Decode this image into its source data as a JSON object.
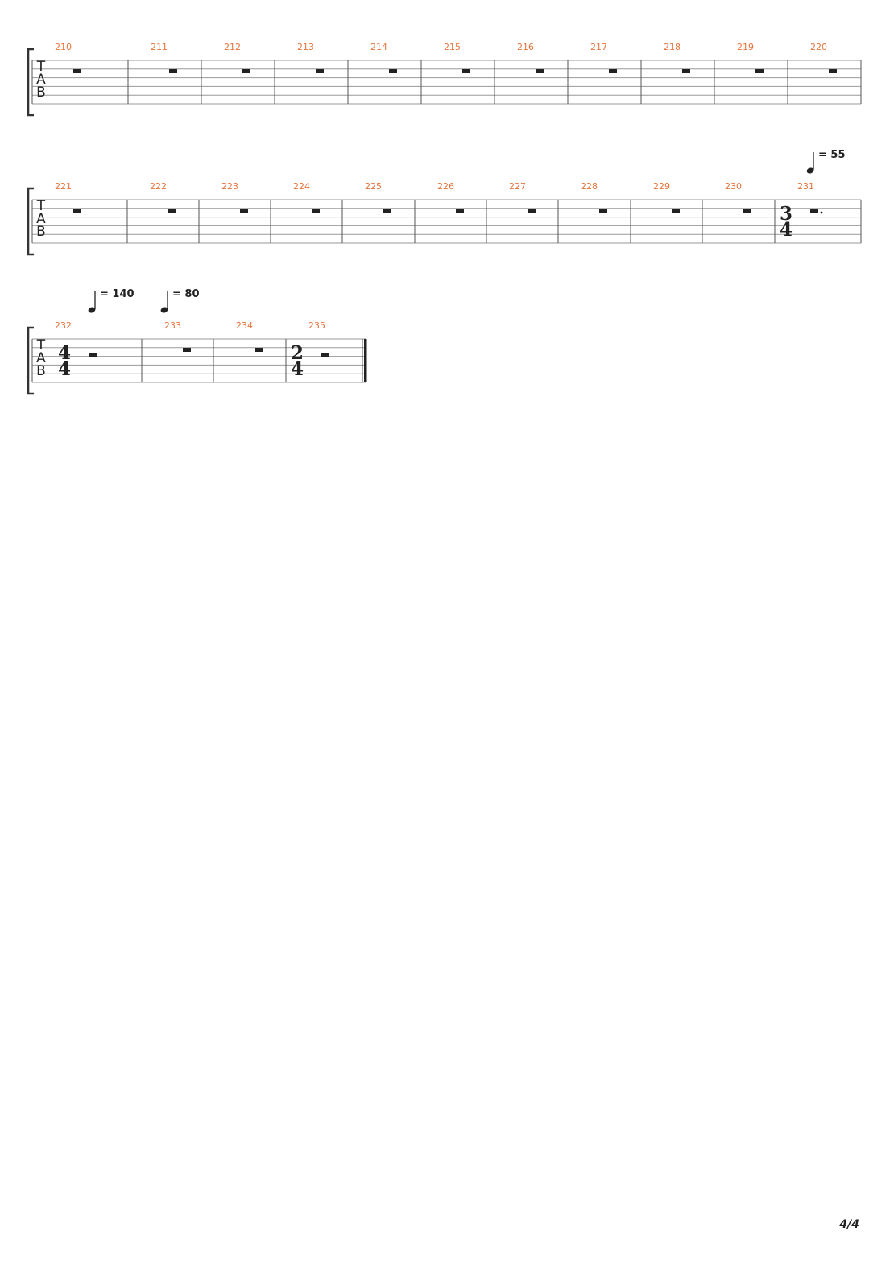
{
  "tab_letters": [
    "T",
    "A",
    "B"
  ],
  "systems": [
    {
      "measures": [
        {
          "number": "210"
        },
        {
          "number": "211"
        },
        {
          "number": "212"
        },
        {
          "number": "213"
        },
        {
          "number": "214"
        },
        {
          "number": "215"
        },
        {
          "number": "216"
        },
        {
          "number": "217"
        },
        {
          "number": "218"
        },
        {
          "number": "219"
        },
        {
          "number": "220"
        }
      ],
      "tempos": []
    },
    {
      "measures": [
        {
          "number": "221"
        },
        {
          "number": "222"
        },
        {
          "number": "223"
        },
        {
          "number": "224"
        },
        {
          "number": "225"
        },
        {
          "number": "226"
        },
        {
          "number": "227"
        },
        {
          "number": "228"
        },
        {
          "number": "229"
        },
        {
          "number": "230"
        },
        {
          "number": "231",
          "time_signature": [
            "3",
            "4"
          ],
          "rest": "dotted-half-rest"
        }
      ],
      "tempos": [
        {
          "text": "= 55",
          "measure": 10
        }
      ]
    },
    {
      "measures": [
        {
          "number": "232",
          "time_signature": [
            "4",
            "4"
          ]
        },
        {
          "number": "233"
        },
        {
          "number": "234"
        },
        {
          "number": "235",
          "time_signature": [
            "2",
            "4"
          ],
          "rest": "half-rest"
        }
      ],
      "tempos": [
        {
          "text": "= 140",
          "measure": 0
        },
        {
          "text": "= 80",
          "measure": 1
        }
      ],
      "final_barline": true
    }
  ],
  "page_number": "4/4"
}
